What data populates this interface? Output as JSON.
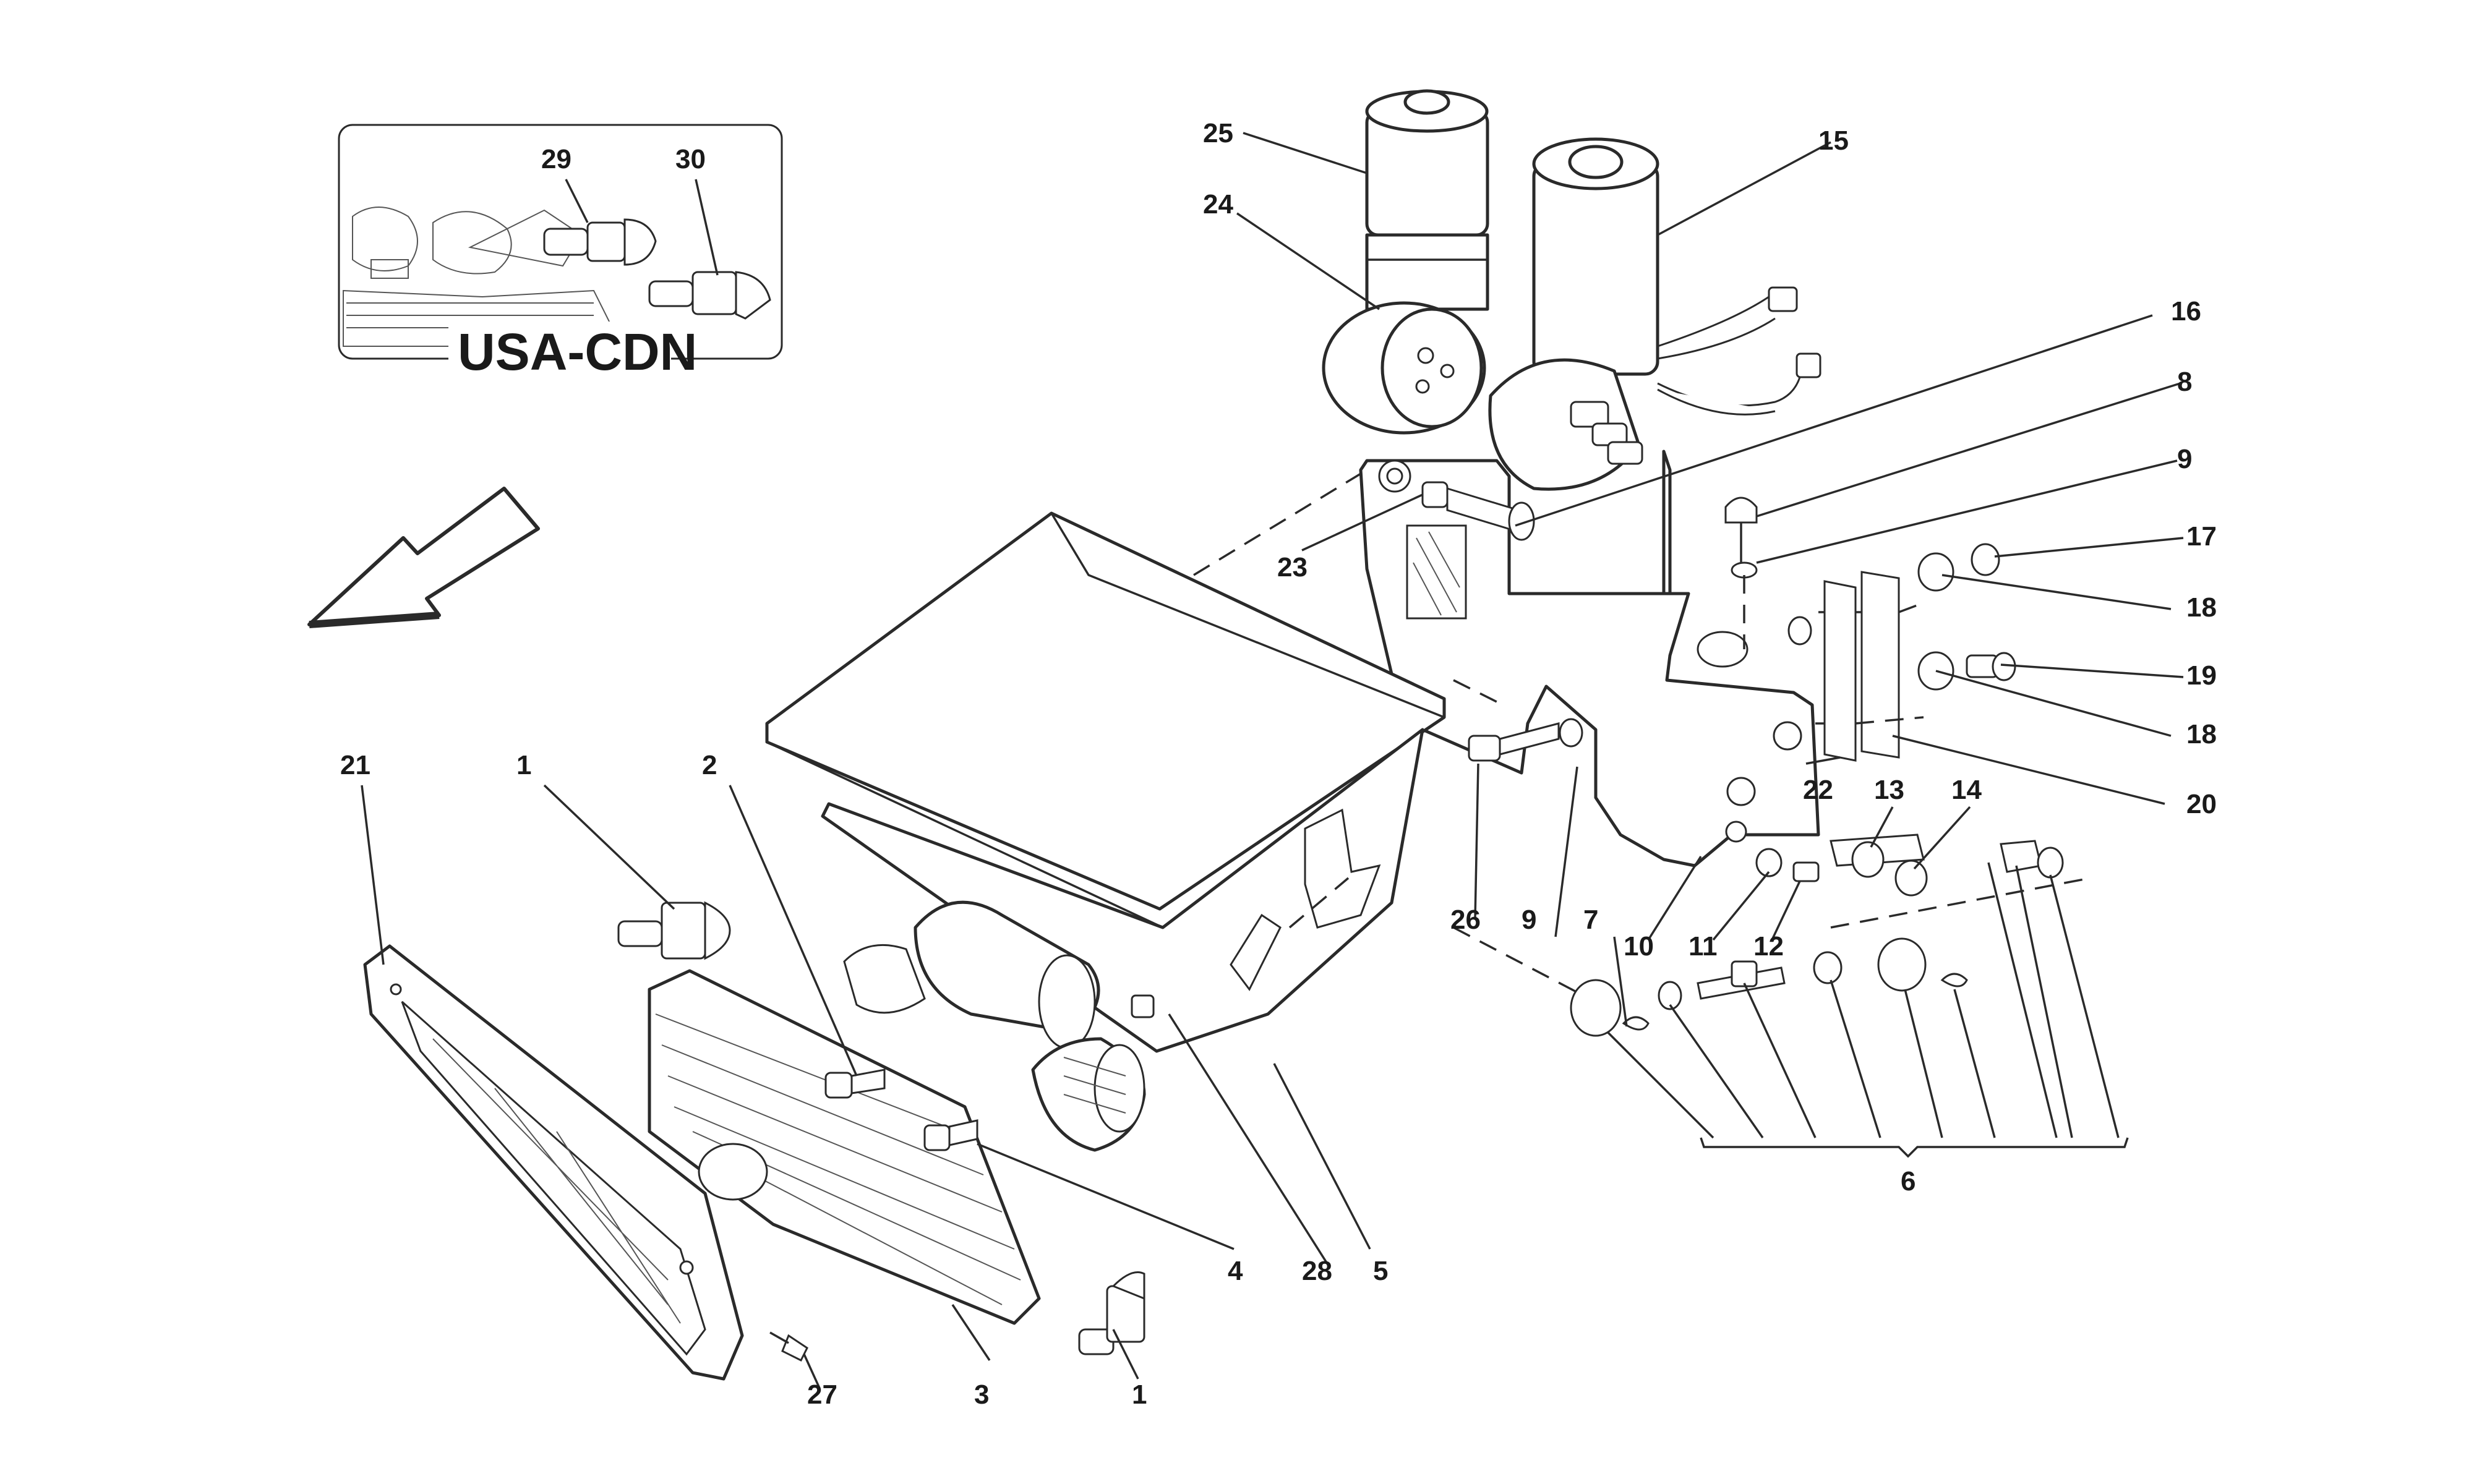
{
  "inset": {
    "title": "USA-CDN",
    "callouts": [
      "29",
      "30"
    ]
  },
  "callouts": {
    "c1a": "1",
    "c1b": "1",
    "c2": "2",
    "c3": "3",
    "c4": "4",
    "c5": "5",
    "c6": "6",
    "c7": "7",
    "c8": "8",
    "c9a": "9",
    "c9b": "9",
    "c10": "10",
    "c11": "11",
    "c12": "12",
    "c13": "13",
    "c14": "14",
    "c15": "15",
    "c16": "16",
    "c17": "17",
    "c18a": "18",
    "c18b": "18",
    "c19": "19",
    "c20": "20",
    "c21": "21",
    "c22": "22",
    "c23": "23",
    "c24": "24",
    "c25": "25",
    "c26": "26",
    "c27": "27",
    "c28": "28"
  },
  "colors": {
    "line": "#2a2a2a",
    "background": "#ffffff"
  },
  "icons": {
    "direction": "front-direction-arrow-icon"
  }
}
